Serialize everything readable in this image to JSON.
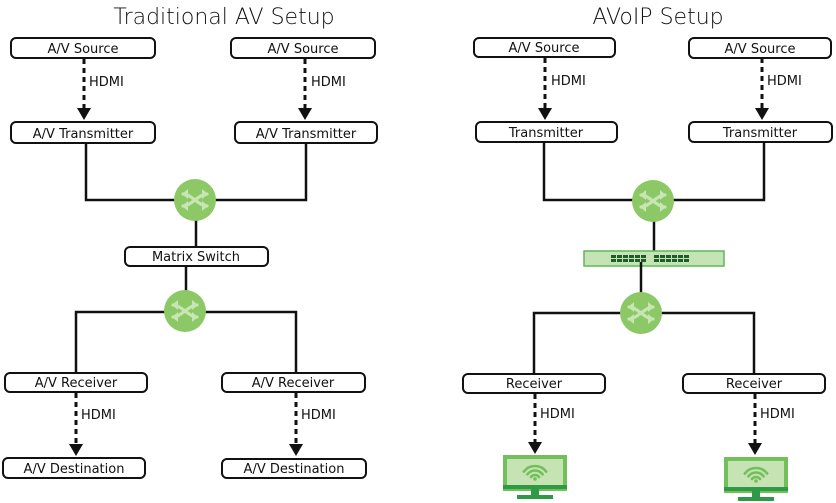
{
  "colors": {
    "router_fill": "#8cc866",
    "router_arrows": "#c7e6b3",
    "switch_fill": "#c6e3b3",
    "switch_border": "#5cb85c",
    "switch_ports": "#1f5d2a",
    "monitor_frame": "#72c05a",
    "monitor_screen": "#c6e3b3",
    "monitor_stand": "#2e9a45",
    "line": "#111111"
  },
  "traditional": {
    "title": "Traditional AV Setup",
    "sources": [
      {
        "label": "A/V Source",
        "link": "HDMI"
      },
      {
        "label": "A/V Source",
        "link": "HDMI"
      }
    ],
    "transmitters": [
      "A/V Transmitter",
      "A/V Transmitter"
    ],
    "matrix": "Matrix Switch",
    "receivers": [
      {
        "label": "A/V Receiver",
        "link": "HDMI"
      },
      {
        "label": "A/V Receiver",
        "link": "HDMI"
      }
    ],
    "destinations": [
      "A/V Destination",
      "A/V Destination"
    ],
    "router_icon": "router-icon"
  },
  "avoip": {
    "title": "AVoIP Setup",
    "sources": [
      {
        "label": "A/V Source",
        "link": "HDMI"
      },
      {
        "label": "A/V Source",
        "link": "HDMI"
      }
    ],
    "transmitters": [
      "Transmitter",
      "Transmitter"
    ],
    "switch_icon": "network-switch-icon",
    "receivers": [
      {
        "label": "Receiver",
        "link": "HDMI"
      },
      {
        "label": "Receiver",
        "link": "HDMI"
      }
    ],
    "destinations_icon": "wireless-display-icon",
    "router_icon": "router-icon"
  }
}
